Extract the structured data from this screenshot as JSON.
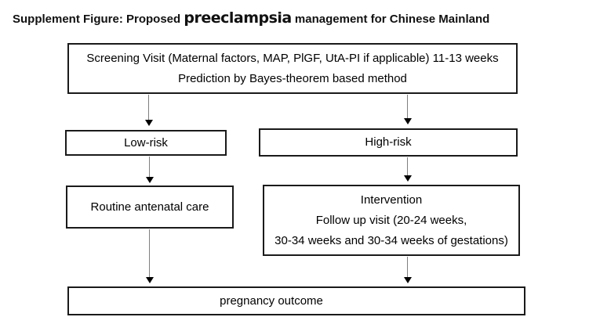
{
  "title": {
    "prefix": "Supplement Figure: Proposed ",
    "emphasis": "preeclampsia",
    "suffix": " management for Chinese Mainland"
  },
  "boxes": {
    "screening": {
      "lines": [
        "Screening Visit (Maternal factors, MAP, PlGF, UtA-PI if applicable) 11-13 weeks",
        "Prediction by Bayes-theorem based method"
      ]
    },
    "low_risk": {
      "label": "Low-risk"
    },
    "high_risk": {
      "label": "High-risk"
    },
    "routine": {
      "label": "Routine antenatal care"
    },
    "intervention": {
      "lines": [
        "Intervention",
        "Follow up visit (20-24 weeks,",
        "30-34 weeks and 30-34 weeks of gestations)"
      ]
    },
    "outcome": {
      "label": "pregnancy outcome"
    }
  },
  "colors": {
    "background": "#ffffff",
    "text": "#000000",
    "box_border": "#1a1a1a",
    "arrow_shaft": "#7f7f7f",
    "arrow_head": "#000000"
  }
}
